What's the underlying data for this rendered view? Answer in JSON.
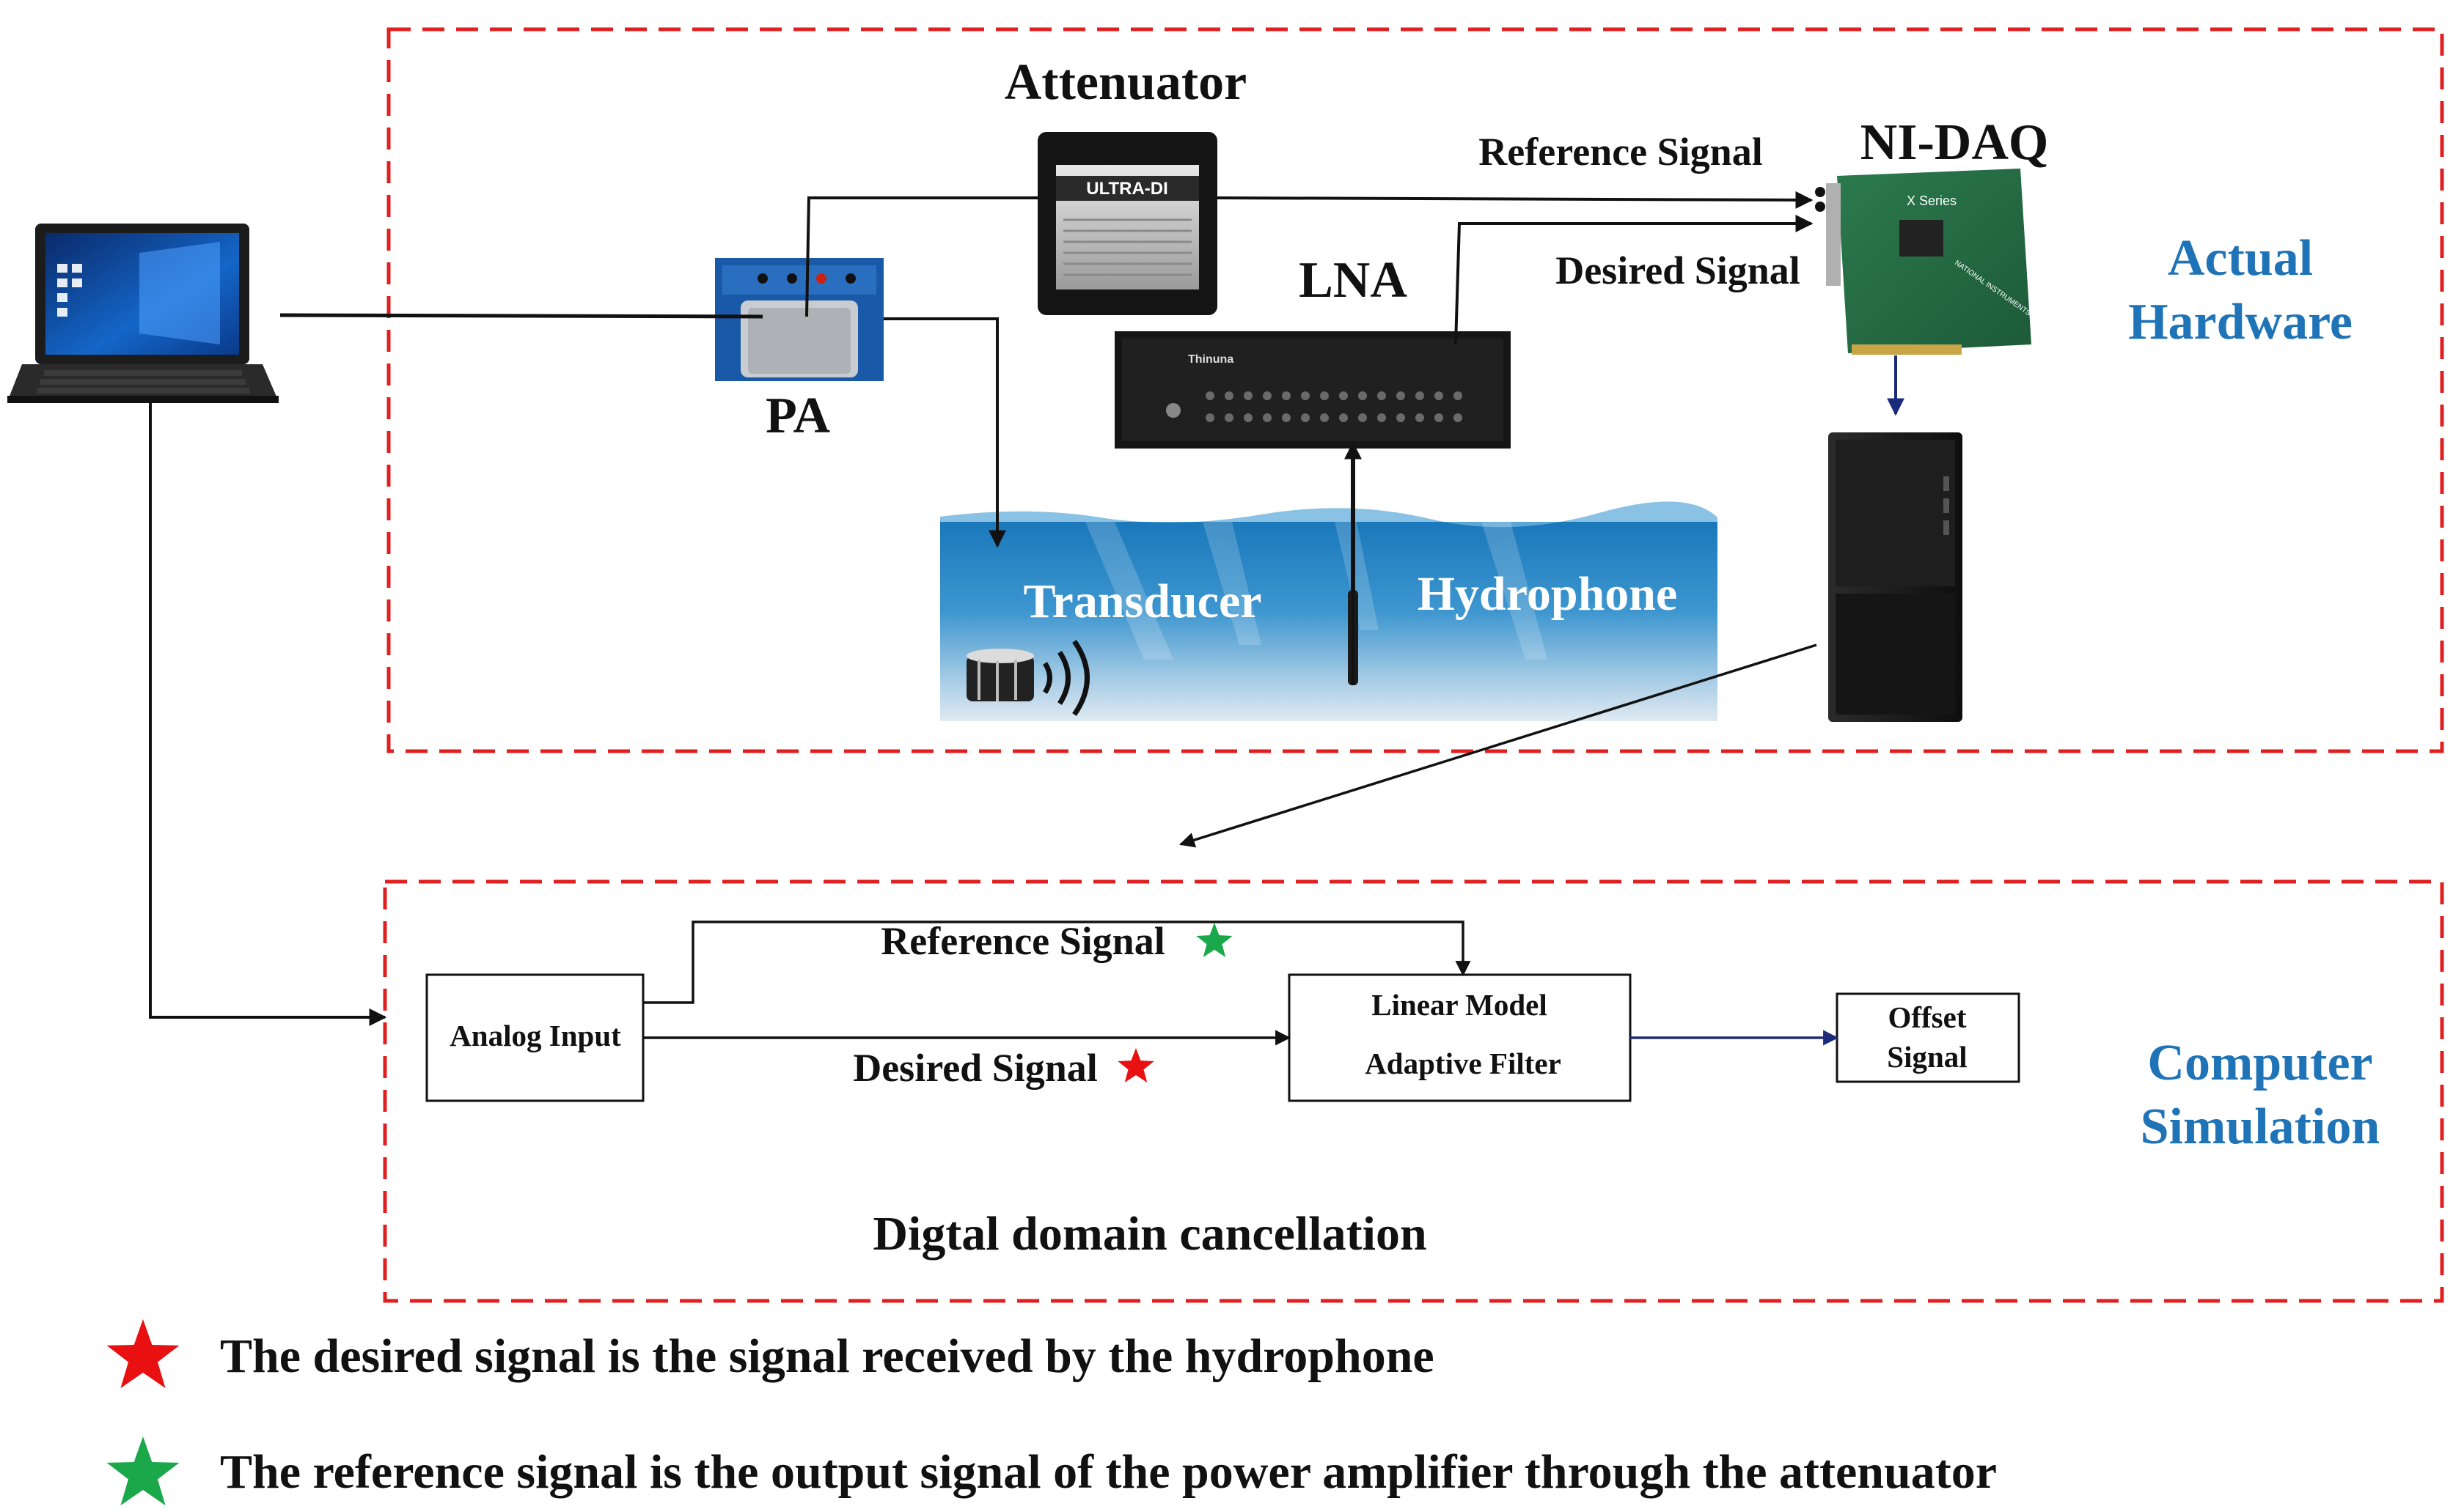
{
  "hardware": {
    "attenuator_label": "Attenuator",
    "attenuator_brand": "ULTRA-DI",
    "ni_daq_label": "NI-DAQ",
    "ni_daq_board_text": "X Series",
    "ni_daq_brand": "NATIONAL INSTRUMENTS",
    "reference_signal_label": "Reference Signal",
    "desired_signal_label": "Desired Signal",
    "lna_label": "LNA",
    "lna_brand": "Thinuna",
    "pa_label": "PA",
    "transducer_label": "Transducer",
    "hydrophone_label": "Hydrophone",
    "region_label_line1": "Actual",
    "region_label_line2": "Hardware"
  },
  "simulation": {
    "analog_input_label": "Analog Input",
    "reference_signal_label": "Reference Signal",
    "desired_signal_label": "Desired Signal",
    "filter_line1": "Linear Model",
    "filter_line2": "Adaptive Filter",
    "offset_line1": "Offset",
    "offset_line2": "Signal",
    "domain_label": "Digtal domain cancellation",
    "region_label_line1": "Computer",
    "region_label_line2": "Simulation"
  },
  "legend": {
    "red_star_text": "The desired signal is the signal received by the hydrophone",
    "green_star_text": "The reference signal is the output signal of the power amplifier through the attenuator"
  },
  "colors": {
    "region_border": "#e02020",
    "region_label": "#1f73b7",
    "red_star": "#e81010",
    "green_star": "#1aa84a",
    "water_top": "#1b7fc0",
    "water_bottom": "#d6e6f1"
  }
}
